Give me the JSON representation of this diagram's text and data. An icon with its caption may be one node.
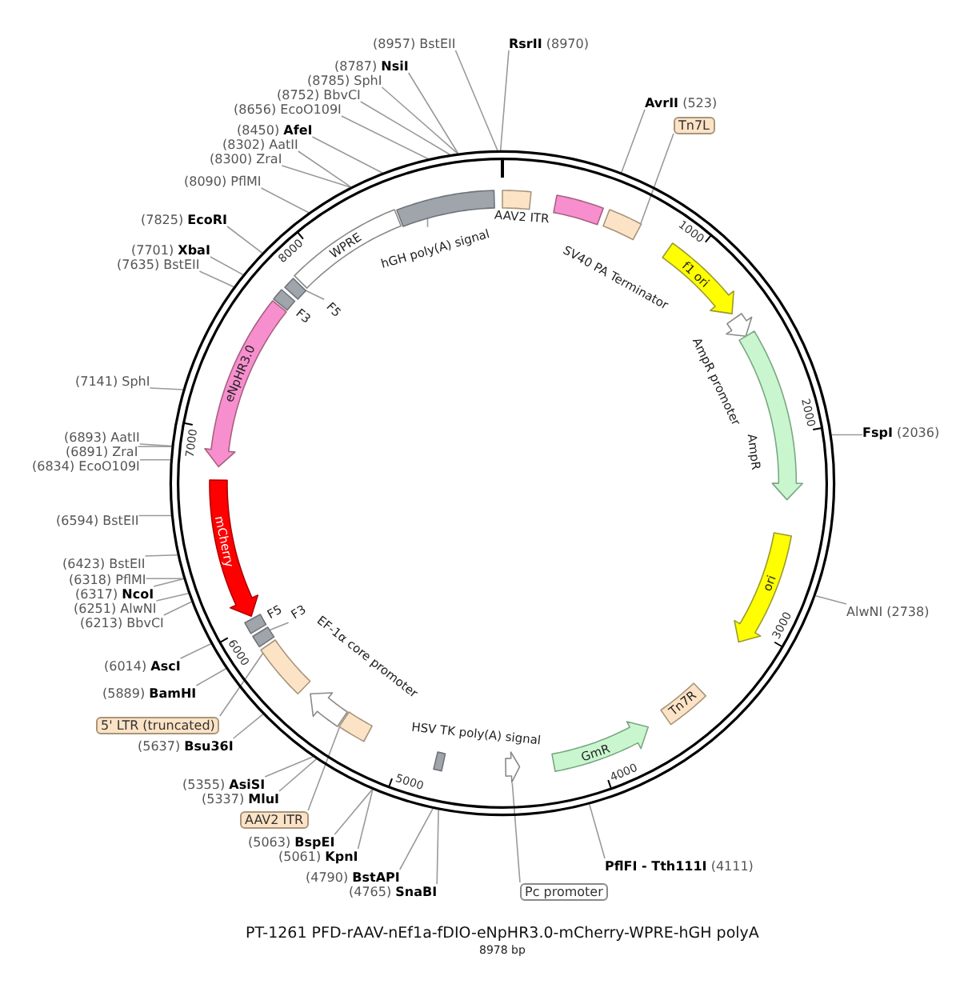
{
  "diagram": {
    "title": "PT-1261 PFD-rAAV-nEf1a-fDIO-eNpHR3.0-mCherry-WPRE-hGH polyA",
    "caption": "8978 bp",
    "nodes": [
      {
        "text": [],
        "shape": "circle"
      },
      {
        "text": [
          "AAV2 ITR"
        ],
        "in": 0
      },
      {
        "text": [
          "SV40 PA Terminator"
        ],
        "in": 0
      },
      {
        "text": [],
        "shape": "box",
        "in": 0
      },
      {
        "text": [
          "f1 ori"
        ],
        "in": 0
      },
      {
        "text": [
          "AmpR promoter"
        ],
        "in": 0
      },
      {
        "text": [
          "AmpR"
        ],
        "in": 0
      },
      {
        "text": [
          "ori"
        ],
        "in": 0
      },
      {
        "text": [
          "Tn7R"
        ],
        "in": 0
      },
      {
        "text": [
          "GmR"
        ],
        "in": 0
      },
      {
        "text": [],
        "shape": "arrow",
        "in": 0
      },
      {
        "text": [
          "HSV TK poly(A) signal"
        ],
        "in": 0
      },
      {
        "text": [],
        "shape": "box",
        "in": 0
      },
      {
        "text": [
          "EF-1α core promoter"
        ],
        "in": 0
      },
      {
        "text": [],
        "shape": "box",
        "in": 0
      },
      {
        "text": [],
        "shape": "box",
        "in": 0
      },
      {
        "text": [
          "F3"
        ],
        "in": 0
      },
      {
        "text": [
          "F5"
        ],
        "in": 0
      },
      {
        "text": [
          "mCherry"
        ],
        "in": 0
      },
      {
        "text": [
          "eNpHR3.0"
        ],
        "in": 0
      },
      {
        "text": [
          "F3"
        ],
        "in": 0
      },
      {
        "text": [],
        "shape": "box",
        "in": 0
      },
      {
        "text": [
          "F5"
        ],
        "in": 0
      },
      {
        "text": [
          "WPRE"
        ],
        "in": 0
      },
      {
        "text": [],
        "shape": "bar",
        "in": 0
      },
      {
        "text": [
          "hGH poly(A) signal"
        ],
        "in": 0
      },
      {
        "text": [
          "**RsrII** (8970)"
        ]
      },
      {
        "text": [
          "**AvrII** (523)"
        ]
      },
      {
        "text": [
          "Tn7L"
        ]
      },
      {
        "text": [
          "**FspI** (2036)"
        ]
      },
      {
        "text": [
          "AlwNI (2738)"
        ]
      },
      {
        "text": [
          "**PflFI - Tth111I** (4111)"
        ]
      },
      {
        "text": [
          "Pc promoter"
        ]
      },
      {
        "text": [
          "(4765) **SnaBI**"
        ]
      },
      {
        "text": [
          "(4790) **BstAPI**"
        ]
      },
      {
        "text": [
          "(5061) **KpnI**"
        ]
      },
      {
        "text": [
          "(5063) **BspEI**"
        ]
      },
      {
        "text": [
          "AAV2 ITR"
        ]
      },
      {
        "text": [
          "(5337) **MluI**"
        ]
      },
      {
        "text": [
          "(5355) **AsiSI**"
        ]
      },
      {
        "text": [
          "(5637) **Bsu36I**"
        ]
      },
      {
        "text": [
          "5' LTR (truncated)"
        ]
      },
      {
        "text": [
          "(5889) **BamHI**"
        ]
      },
      {
        "text": [
          "(6014) **AscI**"
        ]
      },
      {
        "text": [
          "(6213) BbvCI"
        ]
      },
      {
        "text": [
          "(6251) AlwNI"
        ]
      },
      {
        "text": [
          "(6317) **NcoI**"
        ]
      },
      {
        "text": [
          "(6318) PflMI"
        ]
      },
      {
        "text": [
          "(6423) BstEII"
        ]
      },
      {
        "text": [
          "(6594) BstEII"
        ]
      },
      {
        "text": [
          "(6834) EcoO109I"
        ]
      },
      {
        "text": [
          "(6891) ZraI"
        ]
      },
      {
        "text": [
          "(6893) AatII"
        ]
      },
      {
        "text": [
          "(7141) SphI"
        ]
      },
      {
        "text": [
          "(7635) BstEII"
        ]
      },
      {
        "text": [
          "(7701) **XbaI**"
        ]
      },
      {
        "text": [
          "(7825) **EcoRI**"
        ]
      },
      {
        "text": [
          "(8090) PflMI"
        ]
      },
      {
        "text": [
          "(8300) ZraI"
        ]
      },
      {
        "text": [
          "(8302) AatII"
        ]
      },
      {
        "text": [
          "(8450) **AfeI**"
        ]
      },
      {
        "text": [
          "(8656) EcoO109I"
        ]
      },
      {
        "text": [
          "(8752) BbvCI"
        ]
      },
      {
        "text": [
          "(8785) SphI"
        ]
      },
      {
        "text": [
          "(8787) **NsiI**"
        ]
      },
      {
        "text": [
          "(8957) BstEII"
        ]
      }
    ],
    "edges": [
      {
        "from": 16,
        "to": 15,
        "arrow": "none"
      },
      {
        "from": 22,
        "to": 21,
        "arrow": "none"
      },
      {
        "from": 25,
        "to": 24,
        "arrow": "none"
      },
      {
        "from": 26,
        "to": 0,
        "arrow": "none"
      },
      {
        "from": 27,
        "to": 0,
        "arrow": "none"
      },
      {
        "from": 28,
        "to": 3,
        "arrow": "none"
      },
      {
        "from": 29,
        "to": 0,
        "arrow": "none"
      },
      {
        "from": 30,
        "to": 0,
        "arrow": "none"
      },
      {
        "from": 31,
        "to": 0,
        "arrow": "none"
      },
      {
        "from": 32,
        "to": 10,
        "arrow": "none"
      },
      {
        "from": 33,
        "to": 0,
        "arrow": "none"
      },
      {
        "from": 34,
        "to": 0,
        "arrow": "none"
      },
      {
        "from": 35,
        "to": 0,
        "arrow": "none"
      },
      {
        "from": 36,
        "to": 0,
        "arrow": "none"
      },
      {
        "from": 37,
        "to": 12,
        "arrow": "none"
      },
      {
        "from": 38,
        "to": 0,
        "arrow": "none"
      },
      {
        "from": 39,
        "to": 0,
        "arrow": "none"
      },
      {
        "from": 40,
        "to": 0,
        "arrow": "none"
      },
      {
        "from": 41,
        "to": 14,
        "arrow": "none"
      },
      {
        "from": 42,
        "to": 0,
        "arrow": "none"
      },
      {
        "from": 43,
        "to": 0,
        "arrow": "none"
      },
      {
        "from": 44,
        "to": 0,
        "arrow": "none"
      },
      {
        "from": 45,
        "to": 0,
        "arrow": "none"
      },
      {
        "from": 46,
        "to": 0,
        "arrow": "none"
      },
      {
        "from": 47,
        "to": 0,
        "arrow": "none"
      },
      {
        "from": 48,
        "to": 0,
        "arrow": "none"
      },
      {
        "from": 49,
        "to": 0,
        "arrow": "none"
      },
      {
        "from": 50,
        "to": 0,
        "arrow": "none"
      },
      {
        "from": 51,
        "to": 0,
        "arrow": "none"
      },
      {
        "from": 52,
        "to": 0,
        "arrow": "none"
      },
      {
        "from": 53,
        "to": 0,
        "arrow": "none"
      },
      {
        "from": 54,
        "to": 0,
        "arrow": "none"
      },
      {
        "from": 55,
        "to": 0,
        "arrow": "none"
      },
      {
        "from": 56,
        "to": 0,
        "arrow": "none"
      },
      {
        "from": 57,
        "to": 0,
        "arrow": "none"
      },
      {
        "from": 58,
        "to": 0,
        "arrow": "none"
      },
      {
        "from": 59,
        "to": 0,
        "arrow": "none"
      },
      {
        "from": 60,
        "to": 0,
        "arrow": "none"
      },
      {
        "from": 61,
        "to": 0,
        "arrow": "none"
      },
      {
        "from": 62,
        "to": 0,
        "arrow": "none"
      },
      {
        "from": 63,
        "to": 0,
        "arrow": "none"
      },
      {
        "from": 64,
        "to": 0,
        "arrow": "none"
      },
      {
        "from": 65,
        "to": 0,
        "arrow": "none"
      }
    ],
    "labels": [
      "1000",
      "2000",
      "3000",
      "4000",
      "5000",
      "6000",
      "7000",
      "8000"
    ]
  }
}
